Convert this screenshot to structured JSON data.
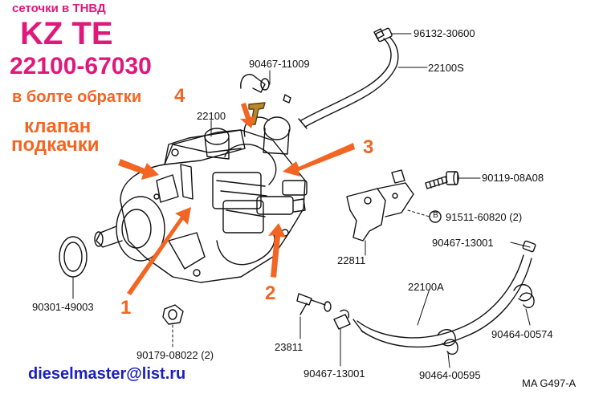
{
  "header": {
    "caption": "сеточки в ТНВД",
    "model": "KZ TE",
    "part_number": "22100-67030",
    "note_bolt": "в болте обратки",
    "note_bolt_num": "4",
    "note_valve_line1": "клапан",
    "note_valve_line2": "подкачки"
  },
  "markers": {
    "m1": "1",
    "m2": "2",
    "m3": "3"
  },
  "parts": {
    "p96132": "96132-30600",
    "p90467a": "90467-11009",
    "p22100s": "22100S",
    "p22100": "22100",
    "p90119": "90119-08A08",
    "p91511": "91511-60820 (2)",
    "p91511_mark": "B",
    "p90467b": "90467-13001",
    "p22811": "22811",
    "p22100a": "22100A",
    "p90301": "90301-49003",
    "p90464a": "90464-00574",
    "p90179": "90179-08022 (2)",
    "p23811": "23811",
    "p90467c": "90467-13001",
    "p90464b": "90464-00595"
  },
  "footer": {
    "email": "dieselmaster@list.ru",
    "ref": "MA G497-A"
  },
  "colors": {
    "accent_pink": "#e0187a",
    "arrow_orange": "#f26522",
    "email_blue": "#1a1fbf"
  }
}
